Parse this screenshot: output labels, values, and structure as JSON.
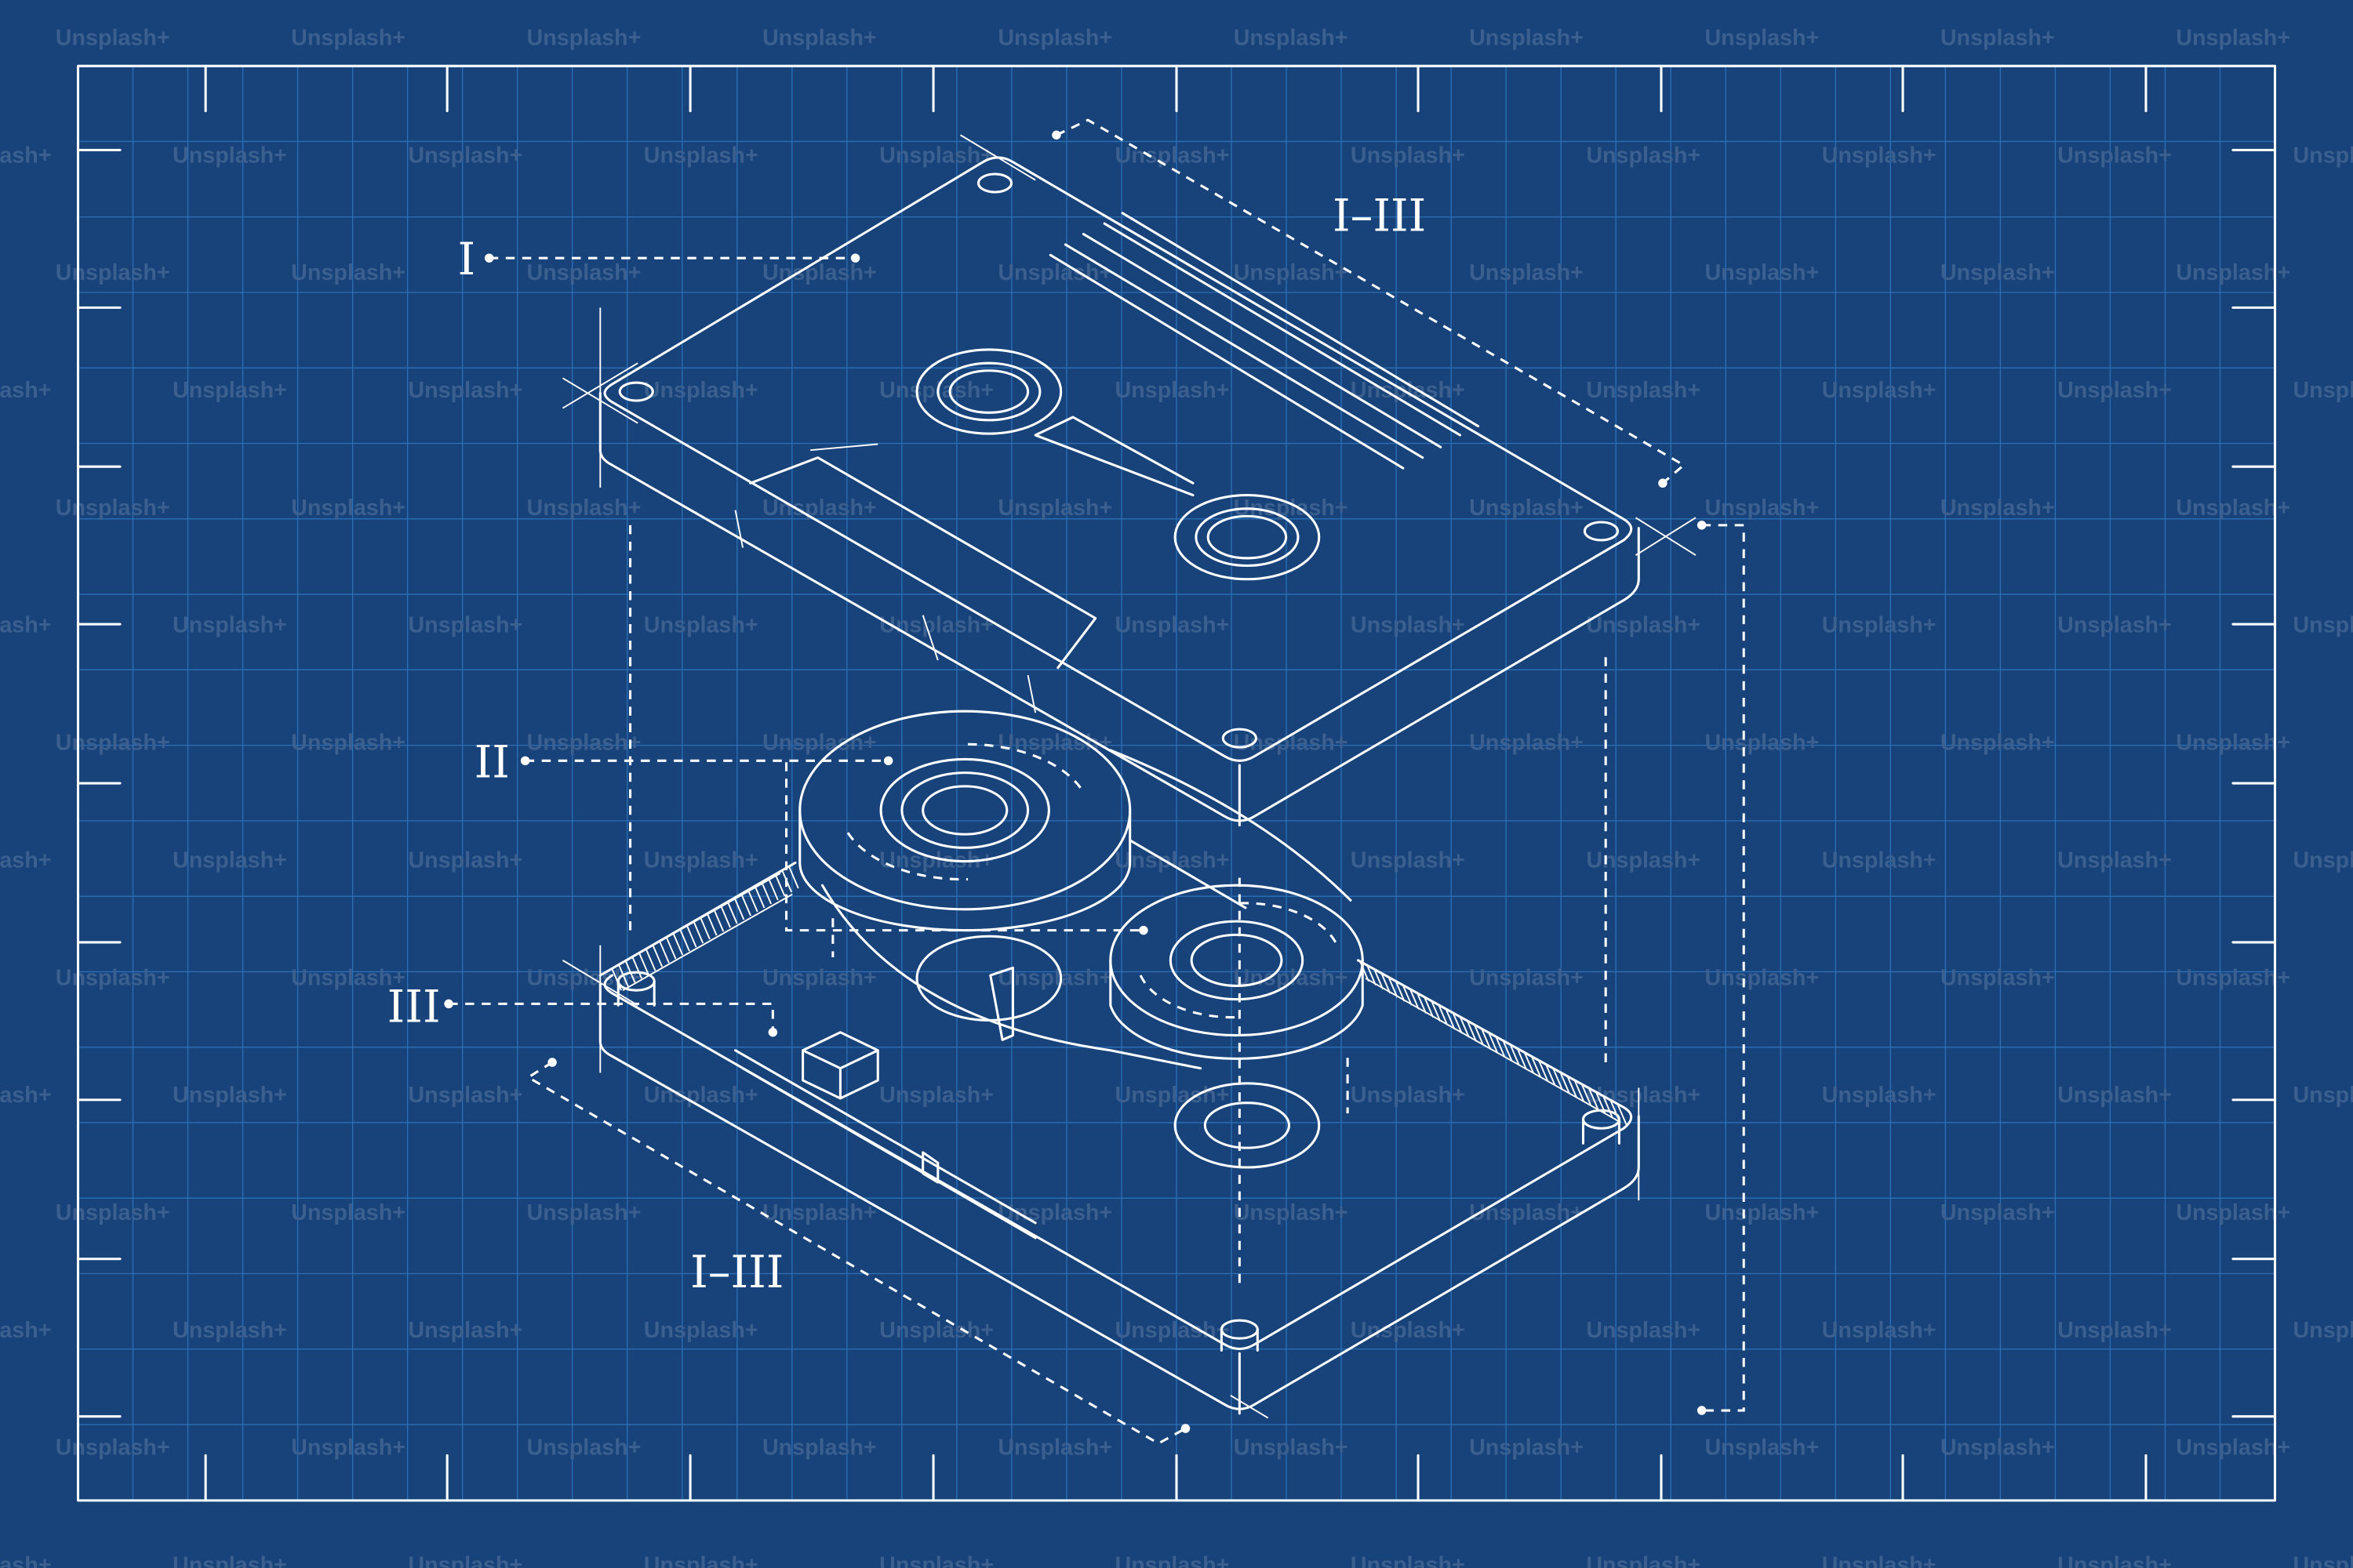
{
  "colors": {
    "background": "#17437a",
    "grid": "#2a6fb8",
    "lines": "#ffffff",
    "watermark": "#3b5f8f"
  },
  "watermark": "Unsplash+",
  "labels": {
    "part_1": "I",
    "part_2": "II",
    "part_3": "III",
    "range_top": "I–III",
    "range_bottom": "I–III"
  },
  "subject": "cassette-tape-exploded-blueprint"
}
